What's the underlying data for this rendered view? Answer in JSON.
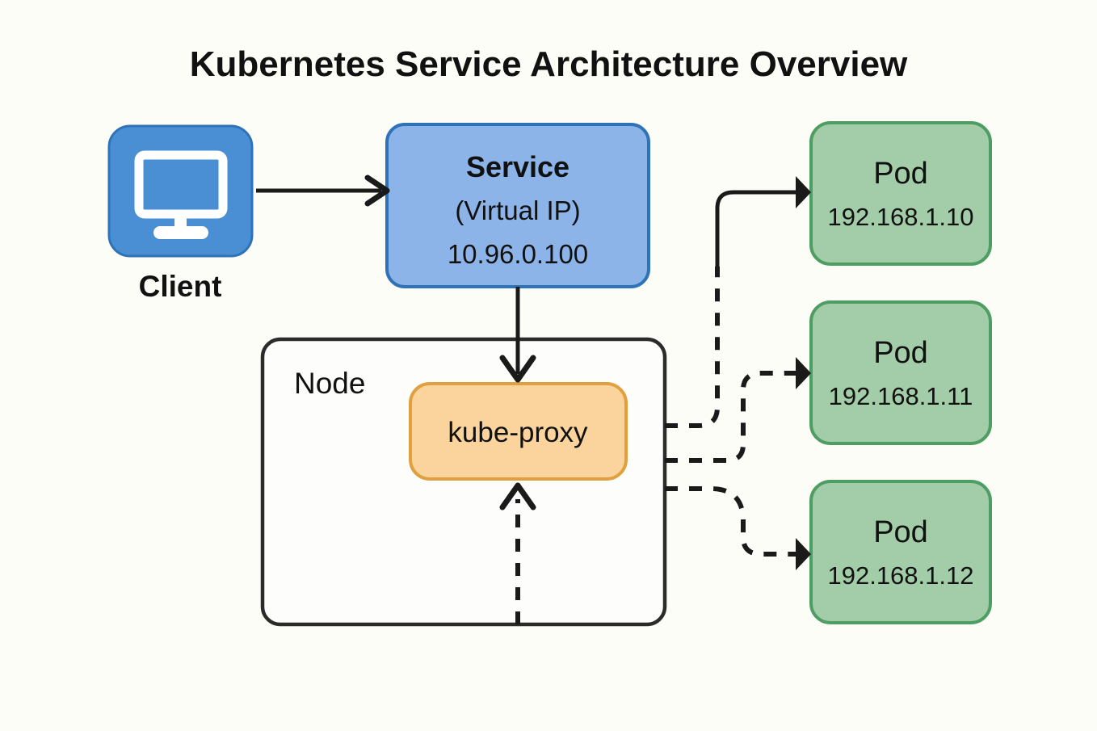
{
  "page": {
    "title": "Kubernetes Service Architecture Overview",
    "background_color": "#fdfdf8"
  },
  "colors": {
    "client_fill": "#4a8fd4",
    "client_stroke": "#2f72b8",
    "service_fill": "#8cb4e8",
    "service_stroke": "#2f72b8",
    "pod_fill": "#a3cda8",
    "pod_stroke": "#4e9d62",
    "node_fill": "#fdfdfb",
    "node_stroke": "#2b2b2b",
    "kubeproxy_fill": "#fad49c",
    "kubeproxy_stroke": "#e0a040",
    "edge": "#1a1a1a",
    "text": "#111111"
  },
  "client": {
    "label": "Client",
    "icon": "monitor-icon"
  },
  "service": {
    "title": "Service",
    "subtitle": "(Virtual IP)",
    "ip": "10.96.0.100"
  },
  "node": {
    "label": "Node",
    "kube_proxy": {
      "label": "kube-proxy"
    }
  },
  "pods": [
    {
      "title": "Pod",
      "ip": "192.168.1.10"
    },
    {
      "title": "Pod",
      "ip": "192.168.1.11"
    },
    {
      "title": "Pod",
      "ip": "192.168.1.12"
    }
  ],
  "edges": [
    {
      "name": "client-to-service",
      "style": "solid",
      "arrow": "open-chevron"
    },
    {
      "name": "service-to-kube-proxy",
      "style": "solid",
      "arrow": "open-chevron"
    },
    {
      "name": "kube-proxy-to-pod-1",
      "style": "mixed",
      "arrow": "filled-triangle"
    },
    {
      "name": "kube-proxy-to-pod-2",
      "style": "dashed",
      "arrow": "filled-triangle"
    },
    {
      "name": "kube-proxy-to-pod-3",
      "style": "dashed",
      "arrow": "filled-triangle"
    },
    {
      "name": "return-to-kube-proxy",
      "style": "dashed",
      "arrow": "open-chevron"
    }
  ]
}
